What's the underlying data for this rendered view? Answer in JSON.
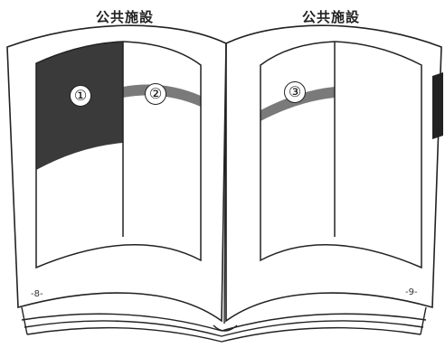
{
  "left_page": {
    "title": "公共施設",
    "page_number": "-8-"
  },
  "right_page": {
    "title": "公共施設",
    "page_number": "-9-"
  },
  "markers": [
    {
      "label": "①"
    },
    {
      "label": "②"
    },
    {
      "label": "③"
    }
  ],
  "colors": {
    "line": "#222222",
    "dark_fill": "#3a3a3a",
    "band_fill": "#7a7a7a",
    "paper": "#ffffff"
  }
}
